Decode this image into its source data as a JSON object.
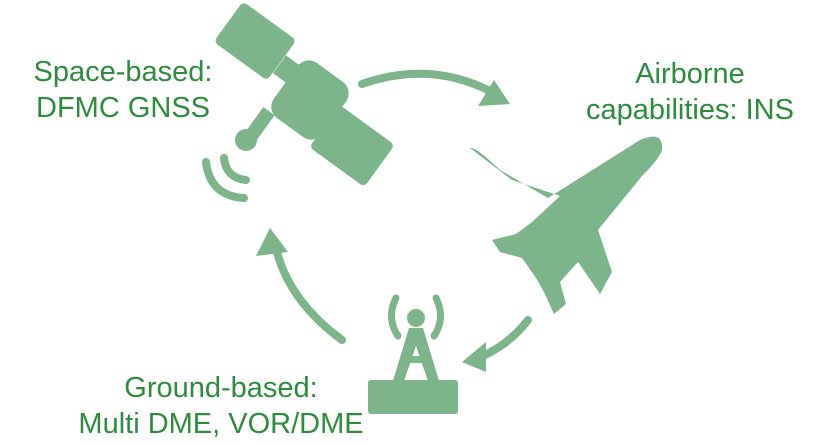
{
  "colors": {
    "icon_green": "#7bb589",
    "text_green": "#2e8b3e"
  },
  "nodes": {
    "space": {
      "icon": "satellite-icon",
      "line1": "Space-based:",
      "line2": "DFMC GNSS"
    },
    "airborne": {
      "icon": "airplane-icon",
      "line1": "Airborne",
      "line2": "capabilities: INS"
    },
    "ground": {
      "icon": "radio-tower-icon",
      "line1": "Ground-based:",
      "line2": "Multi DME, VOR/DME"
    }
  },
  "arrows": [
    {
      "from": "space",
      "to": "airborne",
      "icon": "curved-arrow-icon"
    },
    {
      "from": "airborne",
      "to": "ground",
      "icon": "curved-arrow-icon"
    },
    {
      "from": "ground",
      "to": "space",
      "icon": "curved-arrow-icon"
    }
  ]
}
